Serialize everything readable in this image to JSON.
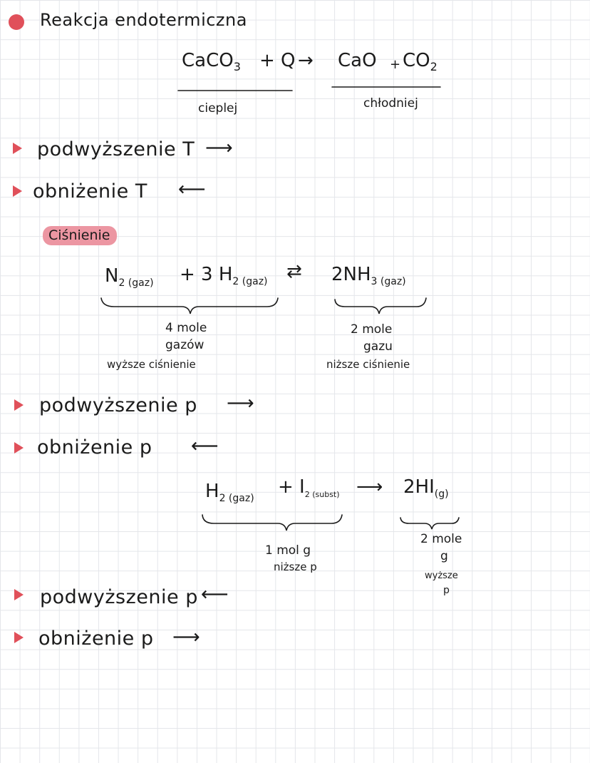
{
  "section_marker_color": "#e0505a",
  "bullet_color": "#e0505a",
  "highlight_color": "#ec96a2",
  "title": "Reakcja endotermiczna",
  "reaction1": {
    "r1": "CaCO",
    "r1_sub": "3",
    "plus_q": "+ Q",
    "arrow": "→",
    "p1": "CaO",
    "plus": "+",
    "p2": "CO",
    "p2_sub": "2",
    "left_note": "cieplej",
    "right_note": "chłodniej"
  },
  "temperature_bullets": [
    {
      "label": "podwyższenie T",
      "arrow": "⟶"
    },
    {
      "label": "obniżenie T",
      "arrow": "⟵"
    }
  ],
  "pressure_heading": "Ciśnienie",
  "reaction2": {
    "r1": "N",
    "r1_sub": "2 (gaz)",
    "plus3": "+ 3 H",
    "r2_sub": "2 (gaz)",
    "arrow": "⇄",
    "p1": "2NH",
    "p1_sub": "3 (gaz)",
    "left_brace_line1": "4 mole",
    "left_brace_line2": "gazów",
    "left_brace_line3": "wyższe ciśnienie",
    "right_brace_line1": "2 mole",
    "right_brace_line2": "gazu",
    "right_brace_line3": "niższe ciśnienie"
  },
  "pressure_bullets_1": [
    {
      "label": "podwyższenie p",
      "arrow": "⟶"
    },
    {
      "label": "obniżenie p",
      "arrow": "⟵"
    }
  ],
  "reaction3": {
    "r1": "H",
    "r1_sub": "2 (gaz)",
    "plus": "+ I",
    "r2_sub": "2 (subst)",
    "arrow": "⟶",
    "p1": "2HI",
    "p1_sub": "(g)",
    "left_brace_line1": "1 mol g",
    "left_brace_line2": "niższe p",
    "right_brace_line1": "2 mole",
    "right_brace_line2": "g",
    "right_brace_line3": "wyższe",
    "right_brace_line4": "p"
  },
  "pressure_bullets_2": [
    {
      "label": "podwyższenie p",
      "arrow": "⟵"
    },
    {
      "label": "obniżenie p",
      "arrow": "⟶"
    }
  ]
}
